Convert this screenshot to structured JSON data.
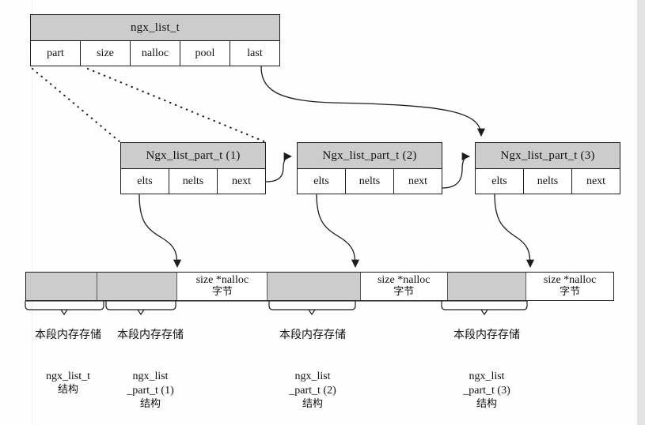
{
  "diagram": {
    "title": "ngx_list_t structure diagram",
    "colors": {
      "header_fill": "#cccccc",
      "box_stroke": "#1d1d1d",
      "page_bg": "#fefefe",
      "margin_bg": "#e3e3e3"
    }
  },
  "list_struct": {
    "name": "ngx_list_t",
    "fields": [
      "part",
      "size",
      "nalloc",
      "pool",
      "last"
    ]
  },
  "parts": [
    {
      "name": "Ngx_list_part_t (1)",
      "fields": [
        "elts",
        "nelts",
        "next"
      ]
    },
    {
      "name": "Ngx_list_part_t (2)",
      "fields": [
        "elts",
        "nelts",
        "next"
      ]
    },
    {
      "name": "Ngx_list_part_t (3)",
      "fields": [
        "elts",
        "nelts",
        "next"
      ]
    }
  ],
  "memory_strip": {
    "blocks": [
      {
        "kind": "gray",
        "label_en": "",
        "label_cn": ""
      },
      {
        "kind": "gray",
        "label_en": "",
        "label_cn": ""
      },
      {
        "kind": "white",
        "label_en": "size *nalloc",
        "label_cn": "字节"
      },
      {
        "kind": "gray",
        "label_en": "",
        "label_cn": ""
      },
      {
        "kind": "white",
        "label_en": "size *nalloc",
        "label_cn": "字节"
      },
      {
        "kind": "gray",
        "label_en": "",
        "label_cn": ""
      },
      {
        "kind": "white",
        "label_en": "size *nalloc",
        "label_cn": "字节"
      }
    ]
  },
  "segment_labels": [
    {
      "text": "本段内存存储"
    },
    {
      "text": "本段内存存储"
    },
    {
      "text": "本段内存存储"
    },
    {
      "text": "本段内存存储"
    }
  ],
  "struct_labels": [
    {
      "line1": "ngx_list_t",
      "line2": "结构",
      "line3": ""
    },
    {
      "line1": "ngx_list",
      "line2": "_part_t (1)",
      "line3": "结构"
    },
    {
      "line1": "ngx_list",
      "line2": "_part_t (2)",
      "line3": "结构"
    },
    {
      "line1": "ngx_list",
      "line2": "_part_t (3)",
      "line3": "结构"
    }
  ],
  "connectors": [
    {
      "name": "part-to-part1-dotted-upper",
      "style": "dotted"
    },
    {
      "name": "part-to-part1-dotted-lower",
      "style": "dotted"
    },
    {
      "name": "last-to-part3-arrow",
      "style": "solid-arrow"
    },
    {
      "name": "part1-next-to-part2-arrow",
      "style": "solid-arrow"
    },
    {
      "name": "part2-next-to-part3-arrow",
      "style": "solid-arrow"
    },
    {
      "name": "part1-elts-to-memory-arrow",
      "style": "solid-arrow"
    },
    {
      "name": "part2-elts-to-memory-arrow",
      "style": "solid-arrow"
    },
    {
      "name": "part3-elts-to-memory-arrow",
      "style": "solid-arrow"
    }
  ]
}
